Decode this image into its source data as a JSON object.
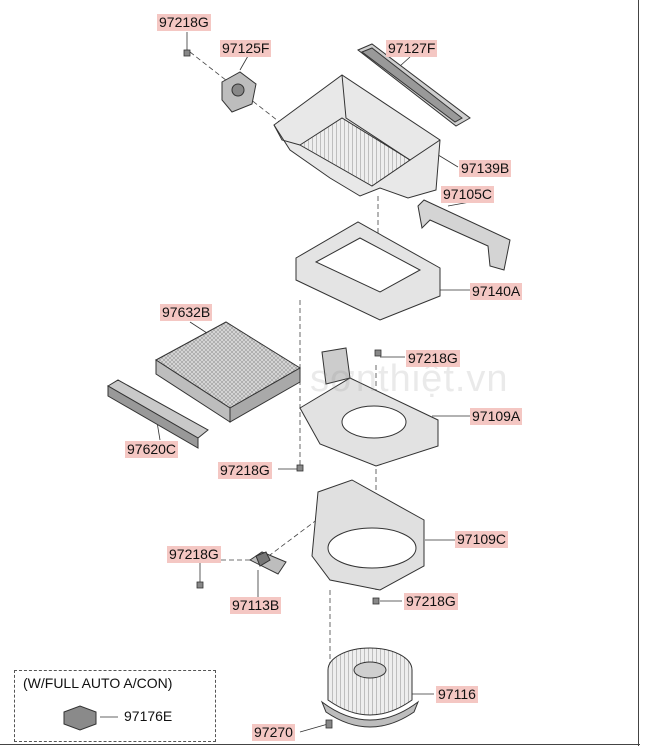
{
  "watermark": "sơnthiệt.vn",
  "note": {
    "title": "(W/FULL AUTO A/CON)"
  },
  "labels": {
    "p97218g_1": "97218G",
    "p97125f": "97125F",
    "p97127f": "97127F",
    "p97139b": "97139B",
    "p97105c": "97105C",
    "p97140a": "97140A",
    "p97632b": "97632B",
    "p97218g_2": "97218G",
    "p97109a": "97109A",
    "p97620c": "97620C",
    "p97218g_3": "97218G",
    "p97109c": "97109C",
    "p97218g_4": "97218G",
    "p97113b": "97113B",
    "p97218g_5": "97218G",
    "p97116": "97116",
    "p97176e": "97176E",
    "p97270": "97270"
  },
  "colors": {
    "highlight": "#f4c7c3",
    "line": "#333333",
    "part_fill": "#e6e6e6",
    "part_dark": "#8a8a8a"
  }
}
